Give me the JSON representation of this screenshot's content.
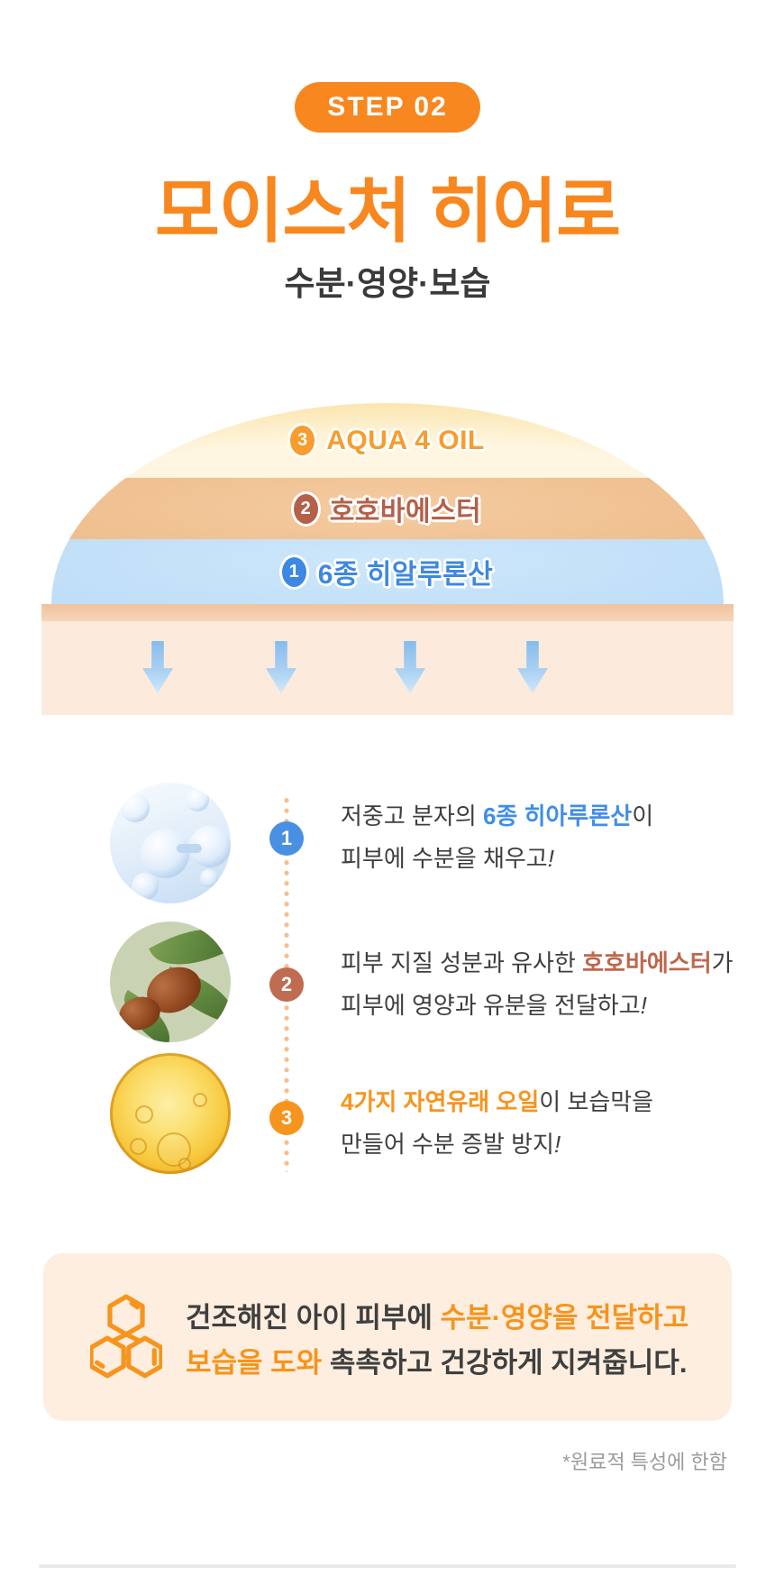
{
  "step_badge": {
    "label": "STEP 02"
  },
  "title": "모이스처 히어로",
  "subtitle": "수분·영양·보습",
  "dome": {
    "layers": [
      {
        "num": "3",
        "label": "AQUA 4 OIL"
      },
      {
        "num": "2",
        "label": "호호바에스터"
      },
      {
        "num": "1",
        "label": "6종 히알루론산"
      }
    ]
  },
  "steps": [
    {
      "num": "1",
      "pre": "저중고 분자의 ",
      "highlight": "6종 히아루론산",
      "post": "이",
      "line2": "피부에 수분을 채우고",
      "bang": "!"
    },
    {
      "num": "2",
      "pre": "피부 지질 성분과 유사한 ",
      "highlight": "호호바에스터",
      "post": "가",
      "line2": "피부에 영양과 유분을 전달하고",
      "bang": "!"
    },
    {
      "num": "3",
      "pre": "",
      "highlight": "4가지 자연유래 오일",
      "post": "이 보습막을",
      "line2": "만들어 수분 증발 방지",
      "bang": "!"
    }
  ],
  "summary": {
    "line1_pre": "건조해진 아이 피부에 ",
    "line1_highlight": "수분·영양을 전달하고",
    "line2_highlight": "보습을 도와",
    "line2_post": " 촉촉하고 건강하게 지켜줍니다."
  },
  "footnote": "*원료적 특성에 한함",
  "colors": {
    "accent_orange": "#F7871E",
    "highlight_orange": "#F7941D",
    "highlight_blue": "#3F8EE8",
    "highlight_brown": "#BC684D",
    "dome_layer_oil": "#F9D98F",
    "dome_layer_jojoba": "#EFBF8F",
    "dome_layer_hyaluronic": "#C3E1F8",
    "skin_strip": "#F2C6A2",
    "skin_area": "#FCEBDD",
    "arrow_blue": "#9CC9F0",
    "summary_box_bg": "#FDEEE0",
    "body_text": "#3E3E3E",
    "footnote_gray": "#9B9B9B"
  }
}
